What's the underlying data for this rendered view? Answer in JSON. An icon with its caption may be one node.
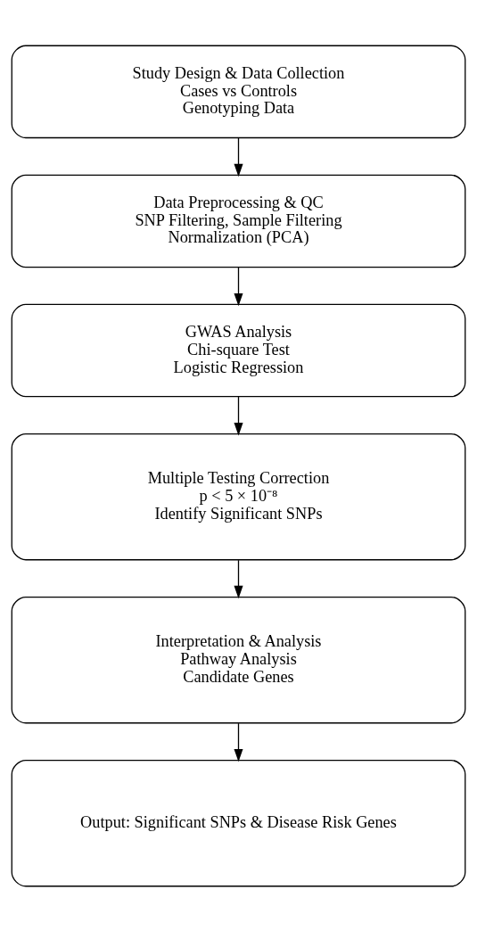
{
  "diagram": {
    "nodes": [
      {
        "text": [
          "Study Design & Data Collection",
          "Cases vs Controls",
          "Genotyping Data"
        ]
      },
      {
        "text": [
          "Data Preprocessing & QC",
          "SNP Filtering, Sample Filtering",
          "Normalization (PCA)"
        ]
      },
      {
        "text": [
          "GWAS Analysis",
          "Chi-square Test",
          "Logistic Regression"
        ]
      },
      {
        "text": [
          "Multiple Testing Correction",
          "p < 5 × 10⁻⁸",
          "Identify Significant SNPs"
        ]
      },
      {
        "text": [
          "Interpretation & Analysis",
          "Pathway Analysis",
          "Candidate Genes"
        ]
      },
      {
        "text": [
          "Output: Significant SNPs & Disease Risk Genes"
        ]
      }
    ],
    "edges": [
      {
        "from": 0,
        "to": 1,
        "arrow": "to"
      },
      {
        "from": 1,
        "to": 2,
        "arrow": "to"
      },
      {
        "from": 2,
        "to": 3,
        "arrow": "to"
      },
      {
        "from": 3,
        "to": 4,
        "arrow": "to"
      },
      {
        "from": 4,
        "to": 5,
        "arrow": "to"
      }
    ]
  }
}
